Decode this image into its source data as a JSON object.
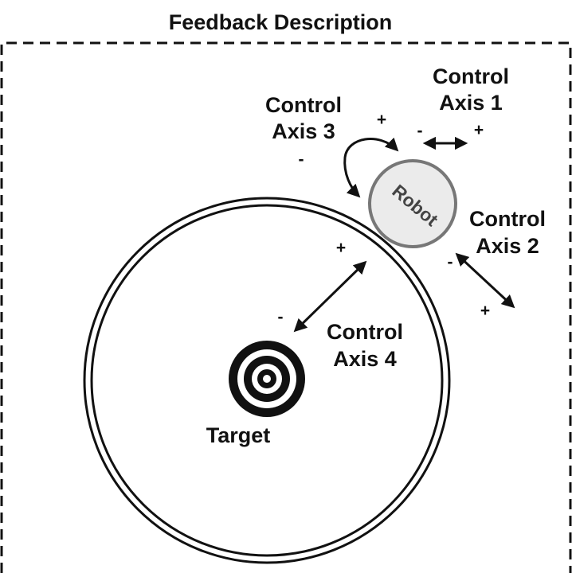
{
  "title_line_1": "Feedback Description",
  "robot_label": "Robot",
  "target_label": "Target",
  "axes": [
    {
      "id": "axis-1",
      "line1": "Control",
      "line2": "Axis 1",
      "minus": "-",
      "plus": "+"
    },
    {
      "id": "axis-2",
      "line1": "Control",
      "line2": "Axis 2",
      "minus": "-",
      "plus": "+"
    },
    {
      "id": "axis-3",
      "line1": "Control",
      "line2": "Axis 3",
      "minus": "-",
      "plus": "+"
    },
    {
      "id": "axis-4",
      "line1": "Control",
      "line2": "Axis 4",
      "minus": "-",
      "plus": "+"
    }
  ],
  "colors": {
    "ink": "#111111",
    "robot_fill": "#ebebeb",
    "robot_stroke": "#777777",
    "robot_text": "#444444"
  }
}
